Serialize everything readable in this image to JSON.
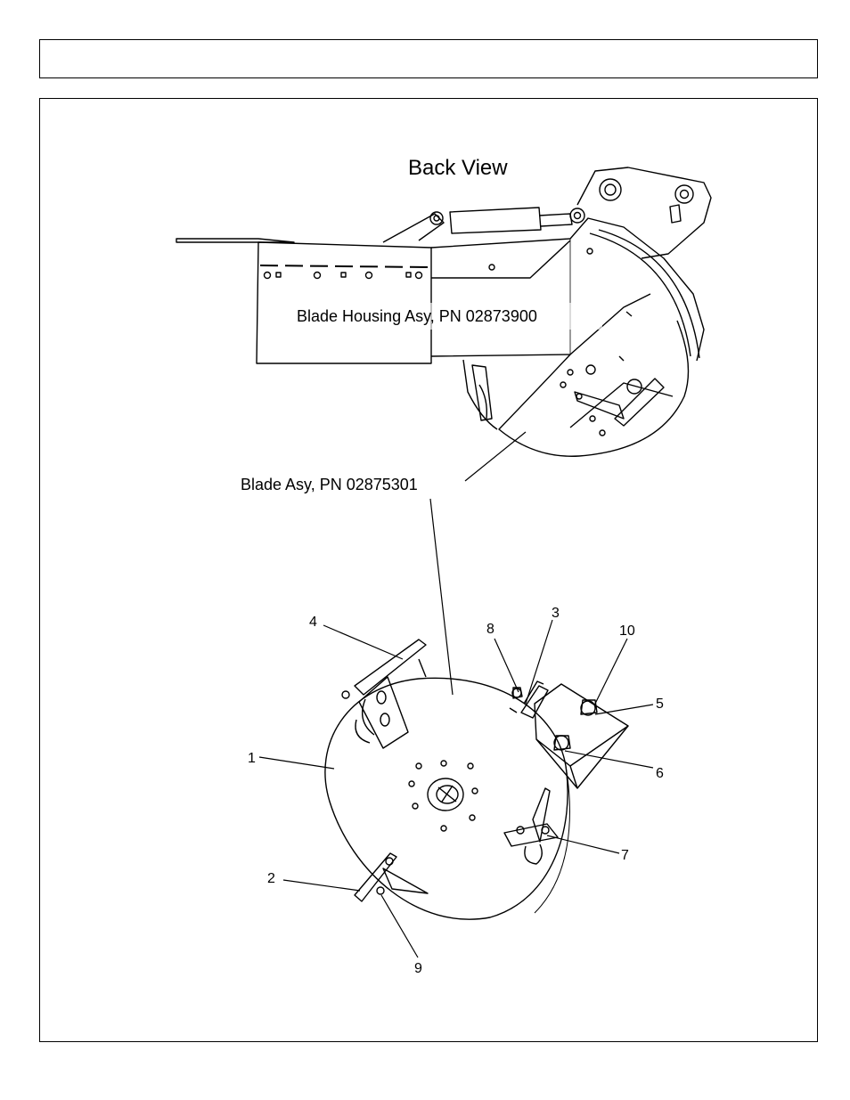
{
  "diagram": {
    "title": "Back View",
    "housing_label": "Blade Housing Asy, PN 02873900",
    "blade_label": "Blade Asy, PN 02875301",
    "callouts": {
      "c1": "1",
      "c2": "2",
      "c3": "3",
      "c4": "4",
      "c5": "5",
      "c6": "6",
      "c7": "7",
      "c8": "8",
      "c9": "9",
      "c10": "10"
    }
  }
}
